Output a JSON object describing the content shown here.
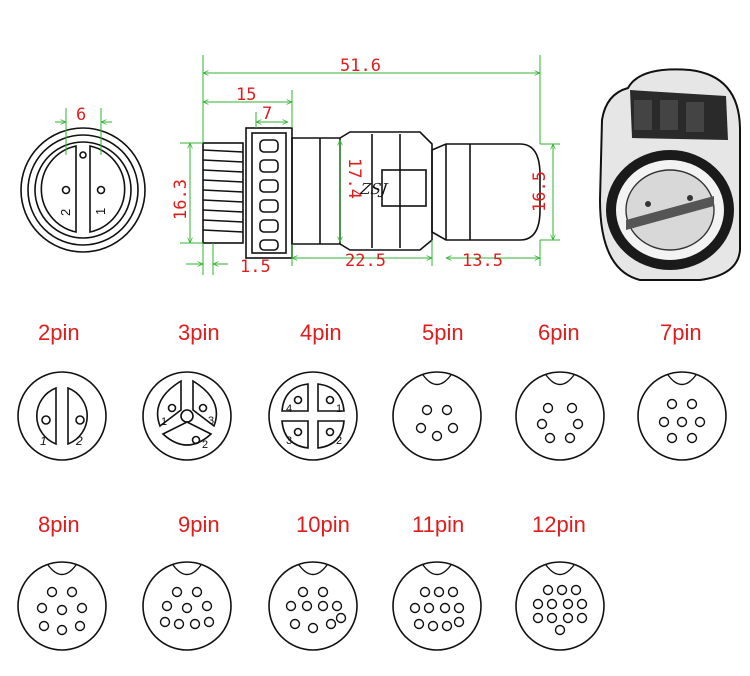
{
  "dimensions": {
    "overall_length": "51.6",
    "front_section": "15",
    "ring_width": "7",
    "thread_diameter": "16.3",
    "body_diameter": "17.4",
    "cap_diameter": "16.5",
    "gap": "1.5",
    "body_length": "22.5",
    "cap_length": "13.5",
    "face_width": "6"
  },
  "brand": "ZSJ",
  "face_pins": [
    "2",
    "1"
  ],
  "variants": [
    {
      "label": "2pin",
      "pins": [
        "1",
        "2"
      ]
    },
    {
      "label": "3pin",
      "pins": [
        "1",
        "3",
        "2"
      ]
    },
    {
      "label": "4pin",
      "pins": [
        "4",
        "1",
        "3",
        "2"
      ]
    },
    {
      "label": "5pin"
    },
    {
      "label": "6pin"
    },
    {
      "label": "7pin"
    },
    {
      "label": "8pin"
    },
    {
      "label": "9pin"
    },
    {
      "label": "10pin"
    },
    {
      "label": "11pin"
    },
    {
      "label": "12pin"
    }
  ],
  "colors": {
    "label": "#e01c1c",
    "dimension_line": "#2fb52f",
    "ink": "#111111"
  }
}
